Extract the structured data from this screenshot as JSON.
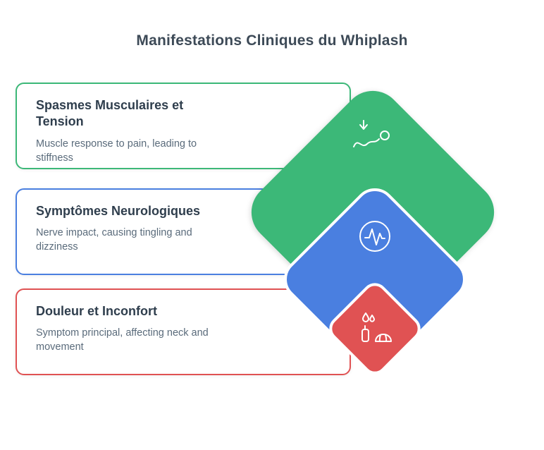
{
  "title": "Manifestations Cliniques du Whiplash",
  "cards": [
    {
      "title": "Spasmes Musculaires et Tension",
      "description": "Muscle response to pain, leading to stiffness",
      "color": "#3cb878",
      "icon": "muscle-spasm-icon"
    },
    {
      "title": "Symptômes Neurologiques",
      "description": "Nerve impact, causing tingling and dizziness",
      "color": "#4a7fe0",
      "icon": "brainwave-icon"
    },
    {
      "title": "Douleur et Inconfort",
      "description": "Symptom principal, affecting neck and movement",
      "color": "#e05253",
      "icon": "pain-relief-icon"
    }
  ]
}
